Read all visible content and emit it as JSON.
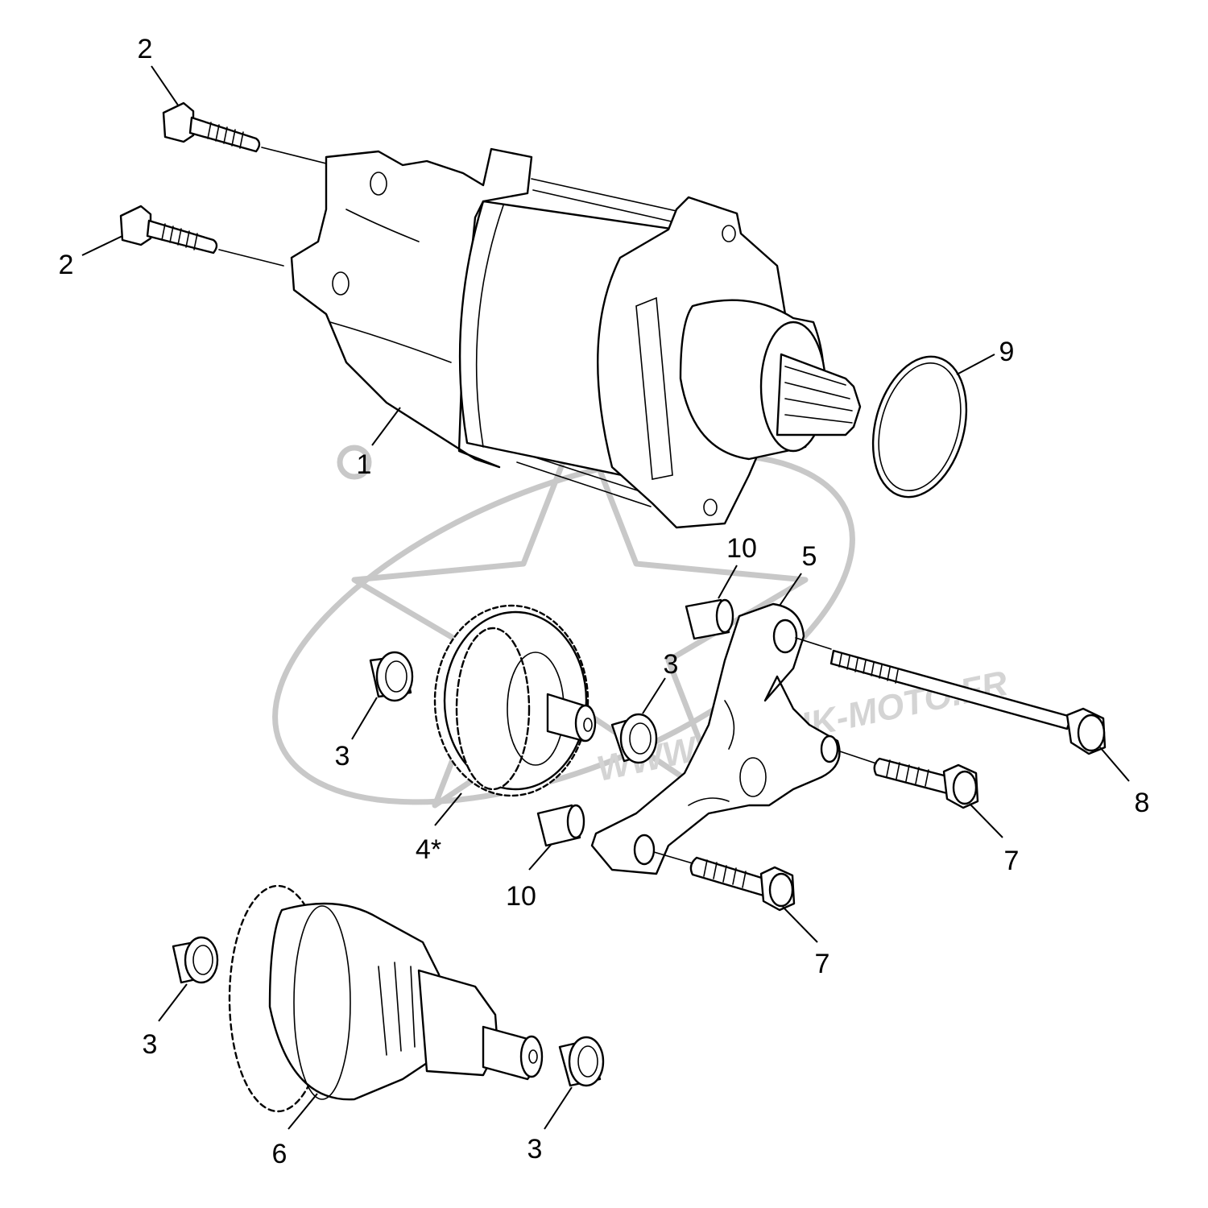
{
  "watermark": {
    "text": "WWW.ATOMIK-MOTO.FR"
  },
  "callouts": [
    {
      "id": "c2a",
      "label": "2"
    },
    {
      "id": "c2b",
      "label": "2"
    },
    {
      "id": "c1",
      "label": "1"
    },
    {
      "id": "c9",
      "label": "9"
    },
    {
      "id": "c10a",
      "label": "10"
    },
    {
      "id": "c5",
      "label": "5"
    },
    {
      "id": "c3a",
      "label": "3"
    },
    {
      "id": "c3b",
      "label": "3"
    },
    {
      "id": "c4",
      "label": "4*"
    },
    {
      "id": "c8",
      "label": "8"
    },
    {
      "id": "c7a",
      "label": "7"
    },
    {
      "id": "c10b",
      "label": "10"
    },
    {
      "id": "c7b",
      "label": "7"
    },
    {
      "id": "c3c",
      "label": "3"
    },
    {
      "id": "c6",
      "label": "6"
    },
    {
      "id": "c3d",
      "label": "3"
    }
  ]
}
